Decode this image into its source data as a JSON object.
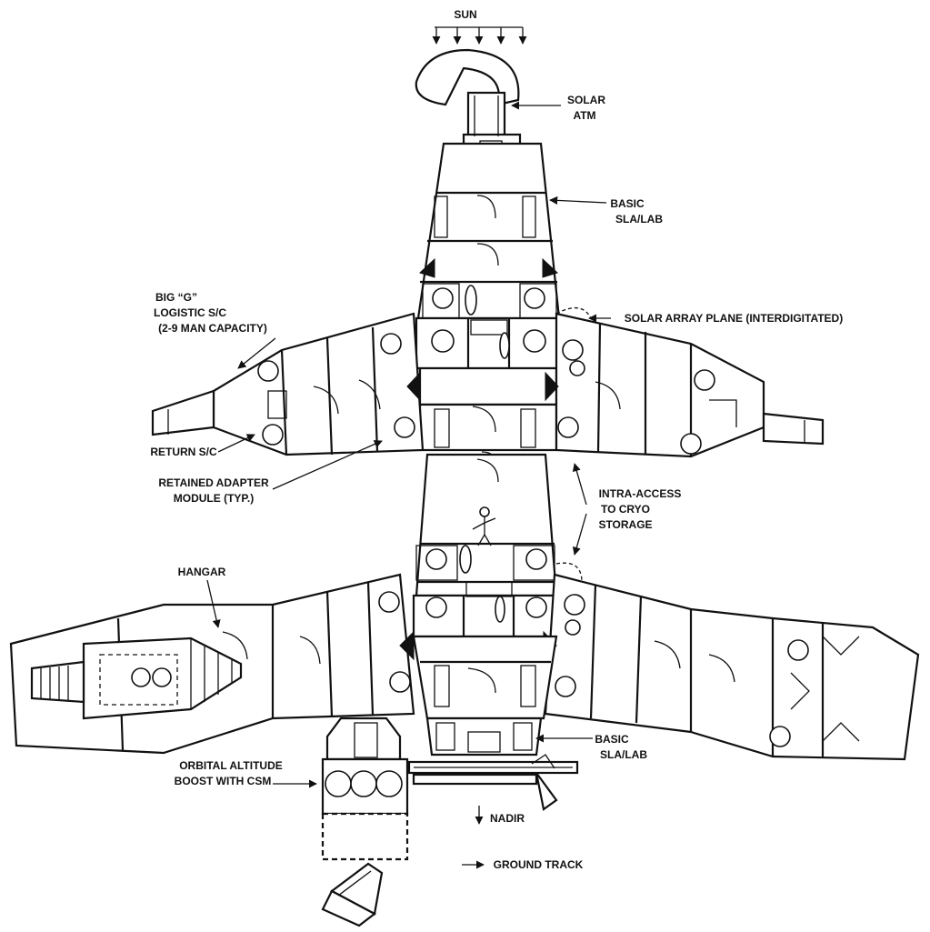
{
  "diagram": {
    "labels": {
      "sun": "SUN",
      "solar_atm_1": "SOLAR",
      "solar_atm_2": "ATM",
      "basic_top_1": "BASIC",
      "basic_top_2": "SLA/LAB",
      "big_g_1": "BIG “G”",
      "big_g_2": "LOGISTIC S/C",
      "big_g_3": "(2-9 MAN CAPACITY)",
      "solar_array": "SOLAR ARRAY PLANE (INTERDIGITATED)",
      "return_sc": "RETURN S/C",
      "retained_1": "RETAINED ADAPTER",
      "retained_2": "MODULE (TYP.)",
      "intra_1": "INTRA-ACCESS",
      "intra_2": "TO CRYO",
      "intra_3": "STORAGE",
      "hangar": "HANGAR",
      "basic_bot_1": "BASIC",
      "basic_bot_2": "SLA/LAB",
      "orbital_1": "ORBITAL ALTITUDE",
      "orbital_2": "BOOST WITH CSM",
      "nadir": "NADIR",
      "ground_track": "GROUND TRACK"
    }
  }
}
